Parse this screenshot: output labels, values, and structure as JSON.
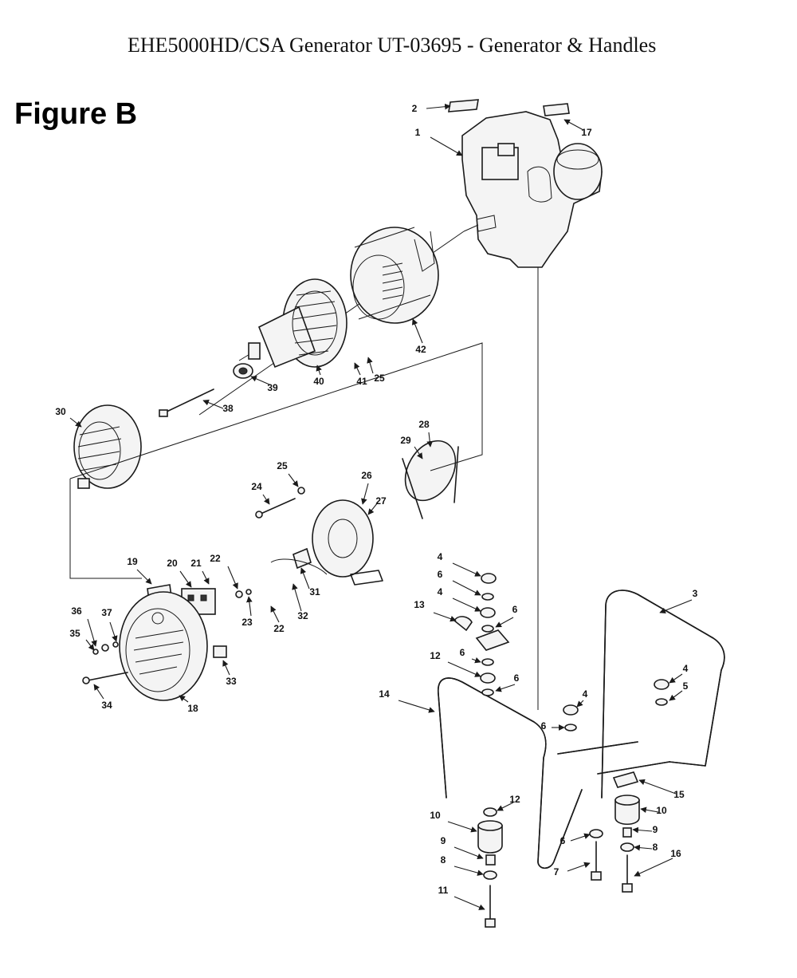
{
  "header": {
    "title": "EHE5000HD/CSA Generator UT-03695 - Generator & Handles",
    "figure_label": "Figure B"
  },
  "callouts": [
    {
      "id": "c2",
      "label": "2"
    },
    {
      "id": "c17",
      "label": "17"
    },
    {
      "id": "c1",
      "label": "1"
    },
    {
      "id": "c42",
      "label": "42"
    },
    {
      "id": "c41",
      "label": "41"
    },
    {
      "id": "c25a",
      "label": "25"
    },
    {
      "id": "c40",
      "label": "40"
    },
    {
      "id": "c39",
      "label": "39"
    },
    {
      "id": "c38",
      "label": "38"
    },
    {
      "id": "c30",
      "label": "30"
    },
    {
      "id": "c28",
      "label": "28"
    },
    {
      "id": "c29",
      "label": "29"
    },
    {
      "id": "c25b",
      "label": "25"
    },
    {
      "id": "c24",
      "label": "24"
    },
    {
      "id": "c26",
      "label": "26"
    },
    {
      "id": "c27",
      "label": "27"
    },
    {
      "id": "c19",
      "label": "19"
    },
    {
      "id": "c20",
      "label": "20"
    },
    {
      "id": "c21",
      "label": "21"
    },
    {
      "id": "c22a",
      "label": "22"
    },
    {
      "id": "c23",
      "label": "23"
    },
    {
      "id": "c31",
      "label": "31"
    },
    {
      "id": "c22b",
      "label": "22"
    },
    {
      "id": "c32",
      "label": "32"
    },
    {
      "id": "c36",
      "label": "36"
    },
    {
      "id": "c37",
      "label": "37"
    },
    {
      "id": "c35",
      "label": "35"
    },
    {
      "id": "c33",
      "label": "33"
    },
    {
      "id": "c34",
      "label": "34"
    },
    {
      "id": "c18",
      "label": "18"
    },
    {
      "id": "c4a",
      "label": "4"
    },
    {
      "id": "c6a",
      "label": "6"
    },
    {
      "id": "c4b",
      "label": "4"
    },
    {
      "id": "c6b",
      "label": "6"
    },
    {
      "id": "c13",
      "label": "13"
    },
    {
      "id": "c12a",
      "label": "12"
    },
    {
      "id": "c6c",
      "label": "6"
    },
    {
      "id": "c6d",
      "label": "6"
    },
    {
      "id": "c3",
      "label": "3"
    },
    {
      "id": "c4c",
      "label": "4"
    },
    {
      "id": "c5",
      "label": "5"
    },
    {
      "id": "c14",
      "label": "14"
    },
    {
      "id": "c4d",
      "label": "4"
    },
    {
      "id": "c6e",
      "label": "6"
    },
    {
      "id": "c15",
      "label": "15"
    },
    {
      "id": "c12b",
      "label": "12"
    },
    {
      "id": "c10a",
      "label": "10"
    },
    {
      "id": "c10b",
      "label": "10"
    },
    {
      "id": "c9a",
      "label": "9"
    },
    {
      "id": "c6f",
      "label": "6"
    },
    {
      "id": "c9b",
      "label": "9"
    },
    {
      "id": "c8a",
      "label": "8"
    },
    {
      "id": "c8b",
      "label": "8"
    },
    {
      "id": "c16",
      "label": "16"
    },
    {
      "id": "c7",
      "label": "7"
    },
    {
      "id": "c11",
      "label": "11"
    }
  ]
}
